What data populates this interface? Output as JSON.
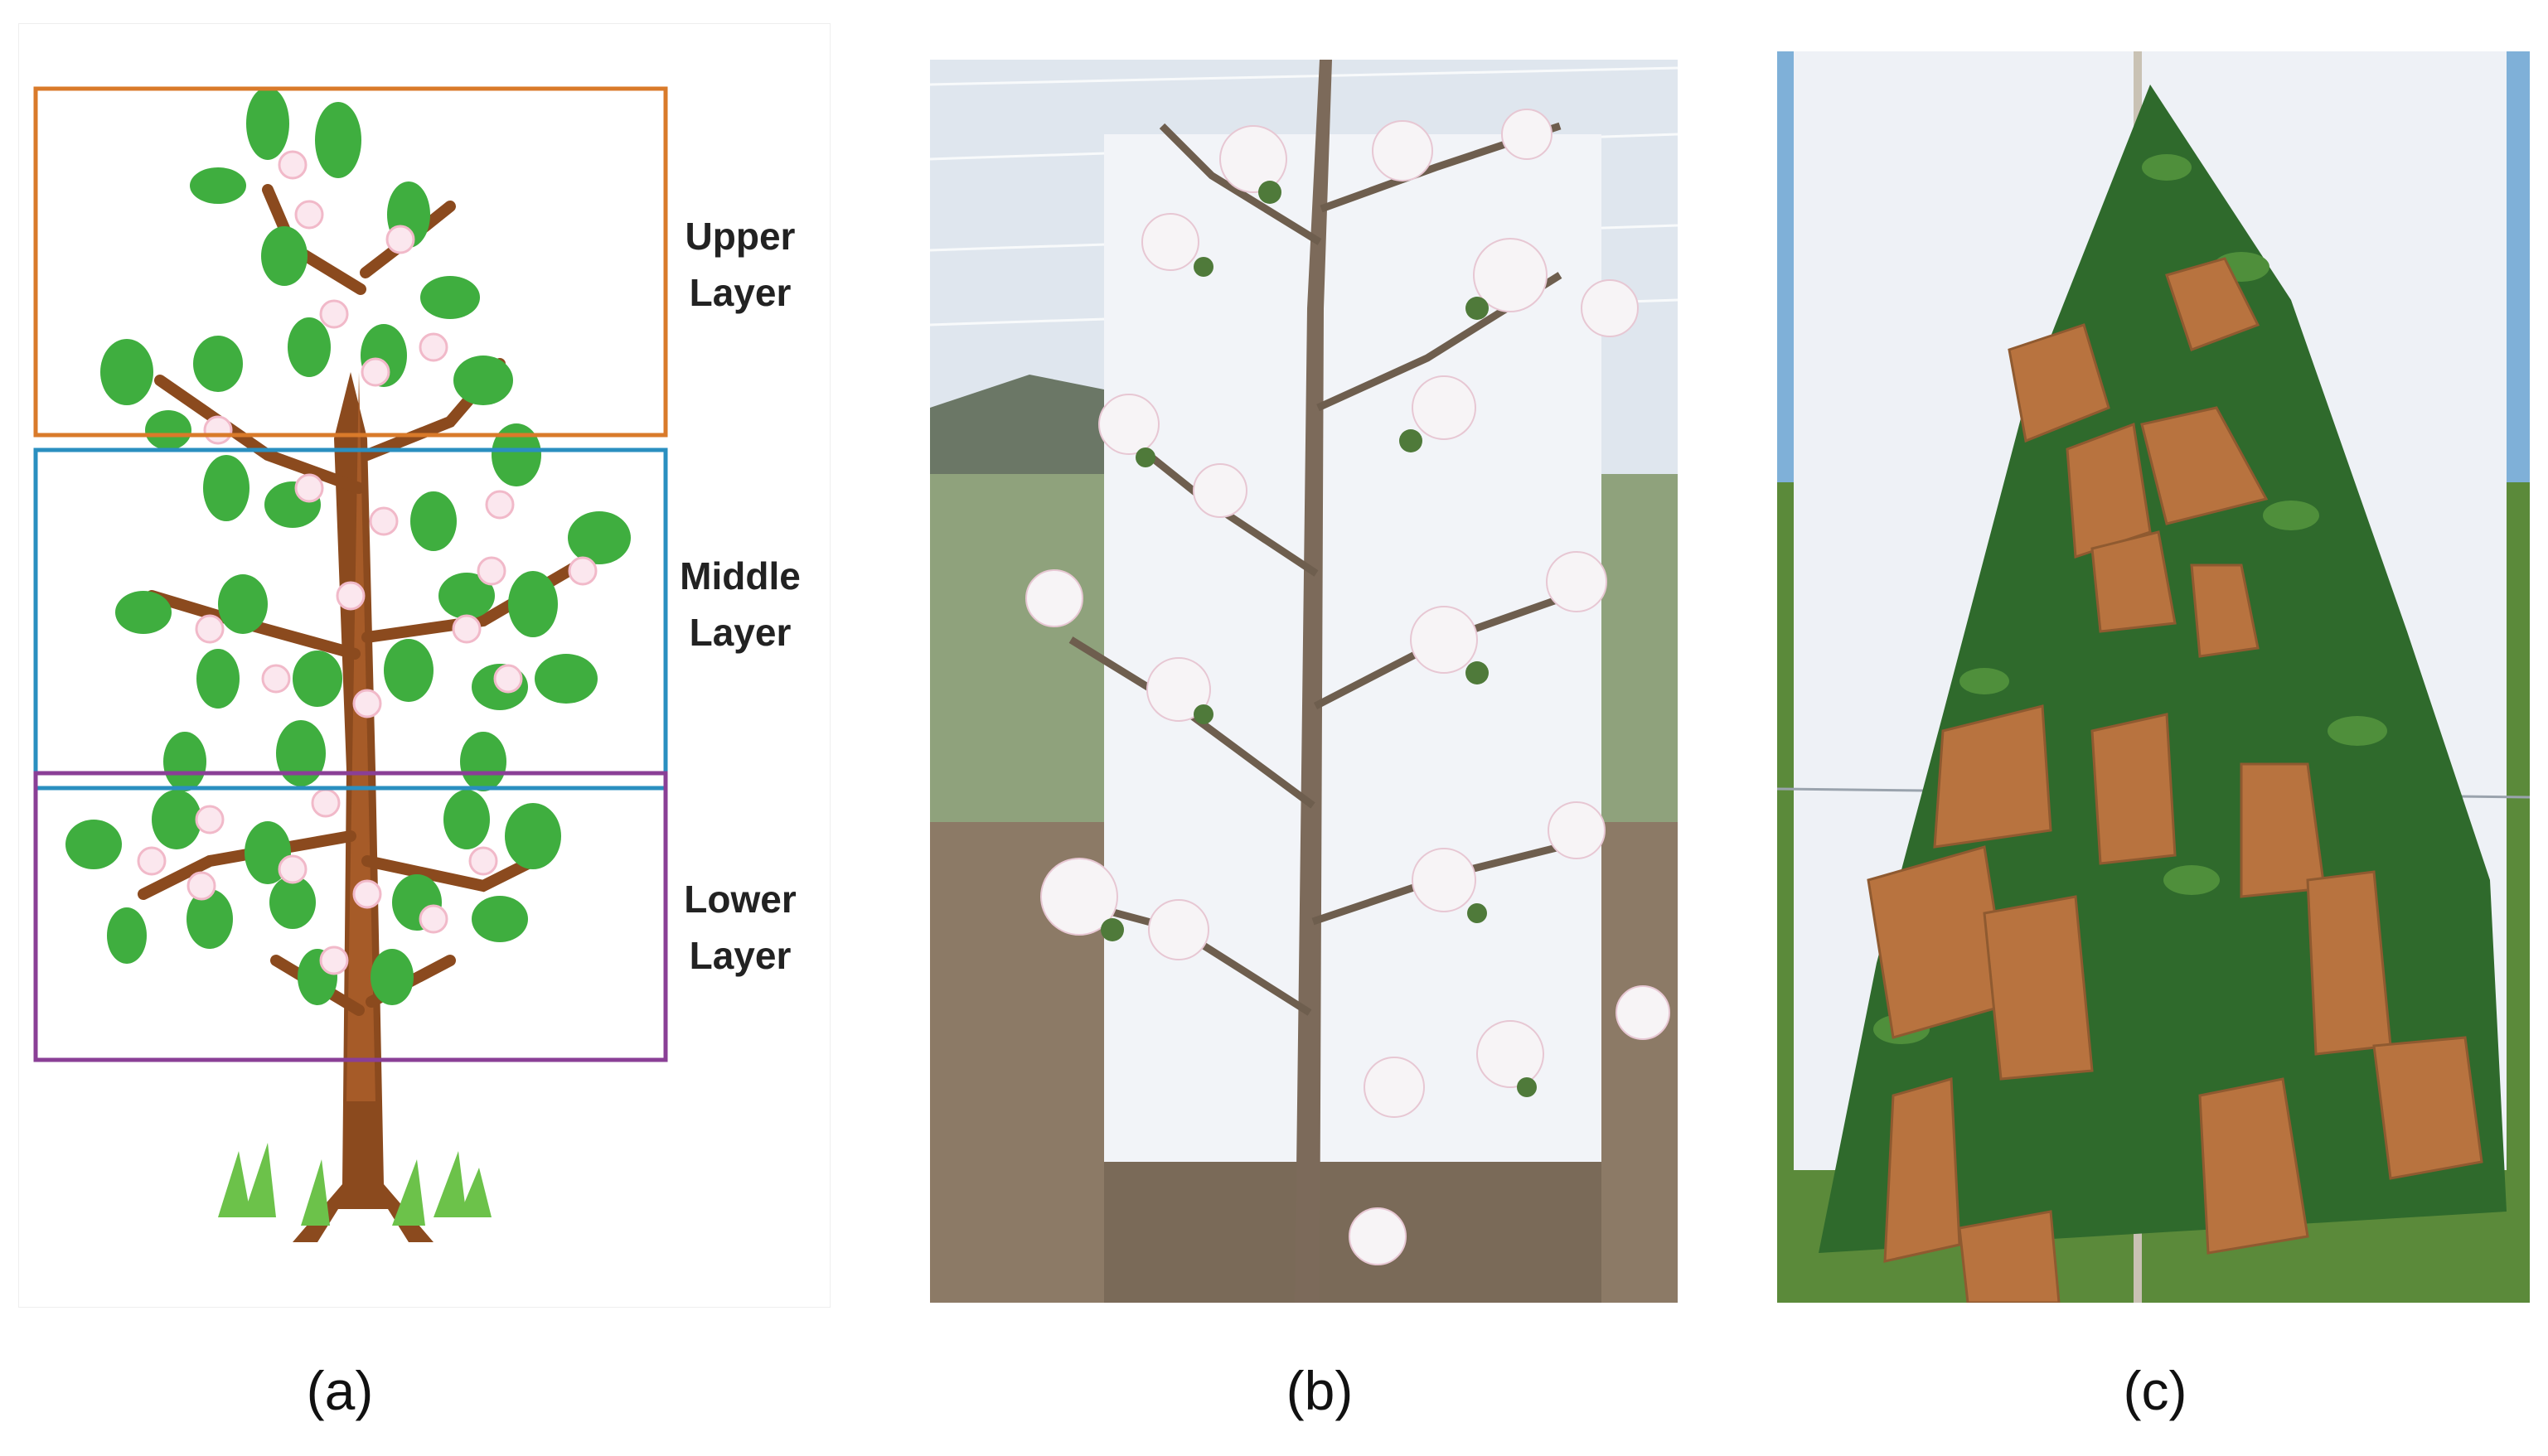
{
  "panel_a": {
    "layers": [
      {
        "label_line1": "Upper",
        "label_line2": "Layer",
        "color": "#d97a2a"
      },
      {
        "label_line1": "Middle",
        "label_line2": "Layer",
        "color": "#2a8fc0"
      },
      {
        "label_line1": "Lower",
        "label_line2": "Layer",
        "color": "#8a3f96"
      }
    ]
  },
  "captions": [
    "(a)",
    "(b)",
    "(c)"
  ],
  "colors": {
    "leaf": "#3fae3f",
    "trunk": "#8b4a1e",
    "blossom": "#fbe7ee",
    "sheet": "#f2f4f8",
    "paper_bag": "#b8733f",
    "sky": "#dfe6ee",
    "soil": "#8c7a66"
  }
}
